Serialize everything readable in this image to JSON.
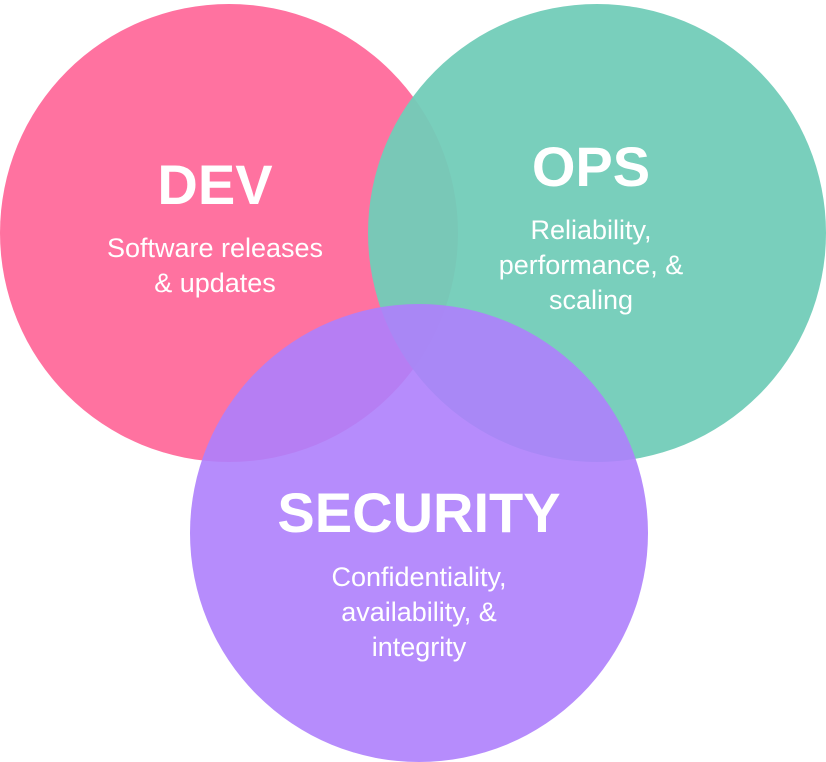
{
  "diagram": {
    "type": "venn",
    "sets": [
      {
        "id": "dev",
        "title": "DEV",
        "description_lines": [
          "Software releases",
          "& updates"
        ],
        "color": "#FF72A0"
      },
      {
        "id": "ops",
        "title": "OPS",
        "description_lines": [
          "Reliability,",
          "performance, &",
          "scaling"
        ],
        "color": "#79CCB8"
      },
      {
        "id": "security",
        "title": "SECURITY",
        "description_lines": [
          "Confidentiality,",
          "availability, &",
          "integrity"
        ],
        "color": "#B487FC"
      }
    ]
  }
}
